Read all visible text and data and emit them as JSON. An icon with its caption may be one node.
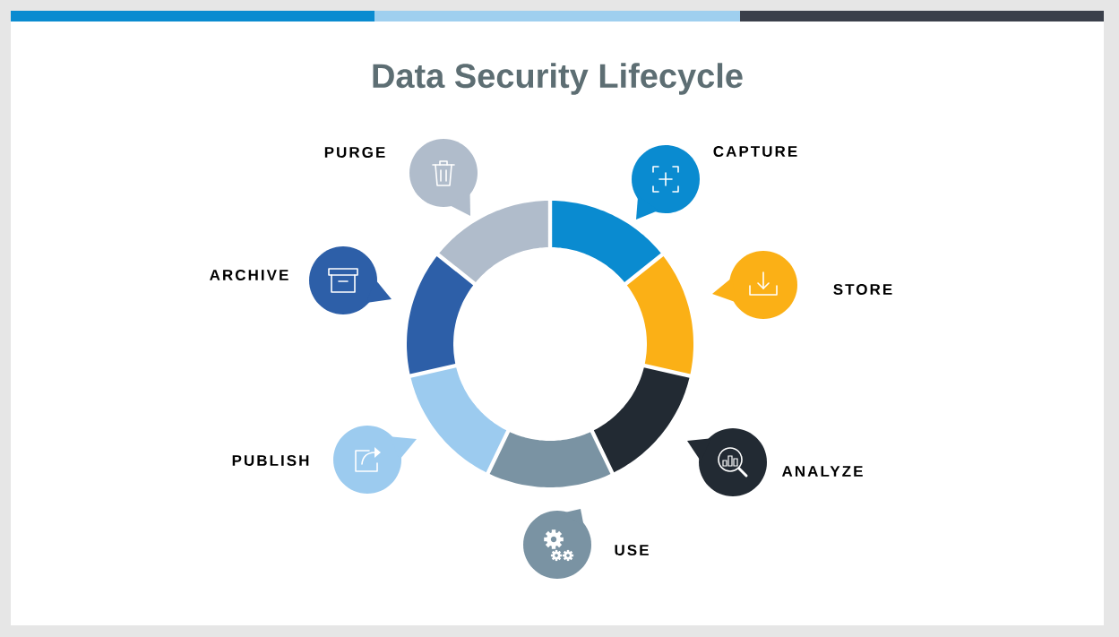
{
  "diagram": {
    "title": "Data Security Lifecycle",
    "nodes": [
      {
        "text": [
          "CAPTURE"
        ]
      },
      {
        "text": [
          "STORE"
        ]
      },
      {
        "text": [
          "ANALYZE"
        ]
      },
      {
        "text": [
          "USE"
        ]
      },
      {
        "text": [
          "PUBLISH"
        ]
      },
      {
        "text": [
          "ARCHIVE"
        ]
      },
      {
        "text": [
          "PURGE"
        ]
      }
    ]
  }
}
